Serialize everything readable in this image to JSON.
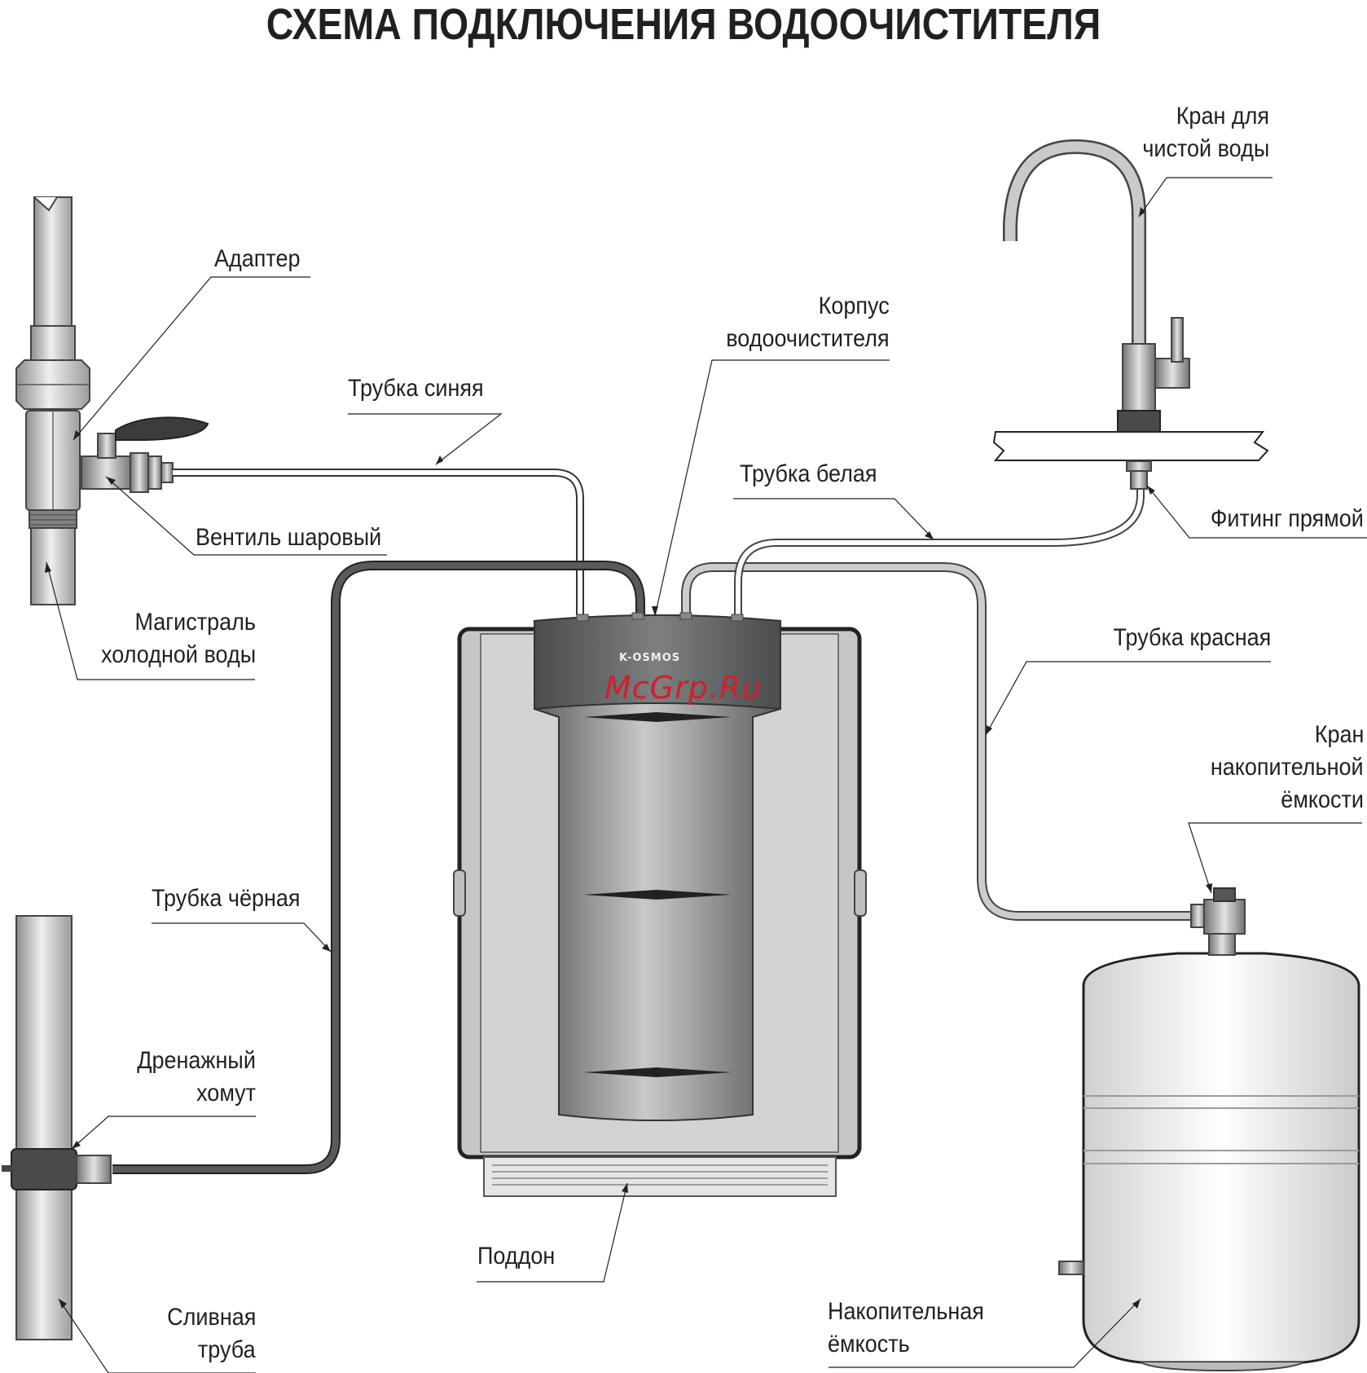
{
  "title": "СХЕМА ПОДКЛЮЧЕНИЯ ВОДООЧИСТИТЕЛЯ",
  "labels": {
    "faucet_line1": "Кран для",
    "faucet_line2": "чистой воды",
    "adapter": "Адаптер",
    "body_line1": "Корпус",
    "body_line2": "водоочистителя",
    "tube_blue": "Трубка синяя",
    "tube_white": "Трубка белая",
    "fitting": "Фитинг прямой",
    "ball_valve": "Вентиль шаровый",
    "main_line1": "Магистраль",
    "main_line2": "холодной воды",
    "tube_red": "Трубка красная",
    "tank_valve_line1": "Кран",
    "tank_valve_line2": "накопительной",
    "tank_valve_line3": "ёмкости",
    "tube_black": "Трубка чёрная",
    "drain_clamp_line1": "Дренажный",
    "drain_clamp_line2": "хомут",
    "tray": "Поддон",
    "drain_pipe_line1": "Сливная",
    "drain_pipe_line2": "труба",
    "tank_line1": "Накопительная",
    "tank_line2": "ёмкость"
  },
  "device": {
    "brand": "K-OSMOS",
    "watermark": "McGrp.Ru"
  },
  "colors": {
    "blue_tube": "#ffffff",
    "white_tube": "#ffffff",
    "black_tube": "#4a4a48",
    "red_tube": "#c9cacb",
    "watermark": "#d0202a"
  }
}
